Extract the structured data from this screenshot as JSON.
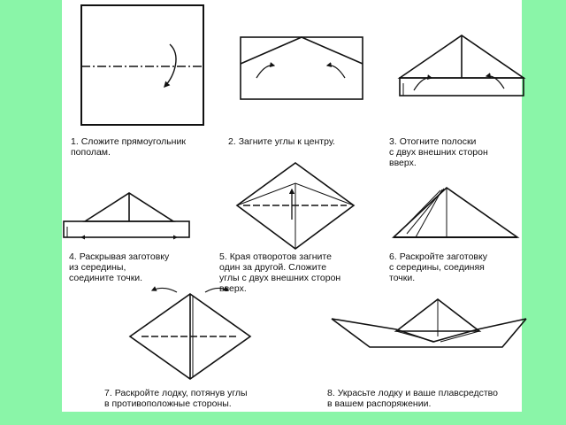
{
  "steps": [
    {
      "num": "1.",
      "text": "Сложите прямоугольник\nпополам."
    },
    {
      "num": "2.",
      "text": "Загните углы к центру."
    },
    {
      "num": "3.",
      "text": "Отогните полоски\nс двух внешних сторон\nвверх."
    },
    {
      "num": "4.",
      "text": "Раскрывая заготовку\nиз середины,\nсоедините точки."
    },
    {
      "num": "5.",
      "text": "Края отворотов загните\nодин за другой. Сложите\nуглы с двух внешних сторон\nвверх."
    },
    {
      "num": "6.",
      "text": "Раскройте заготовку\nс середины, соединяя\nточки."
    },
    {
      "num": "7.",
      "text": "Раскройте лодку, потянув углы\nв противоположные стороны."
    },
    {
      "num": "8.",
      "text": "Украсьте лодку и ваше плавсредство\nв вашем распоряжении."
    }
  ],
  "colors": {
    "frame": "#8af5a8",
    "paper": "#ffffff",
    "line": "#111111"
  }
}
